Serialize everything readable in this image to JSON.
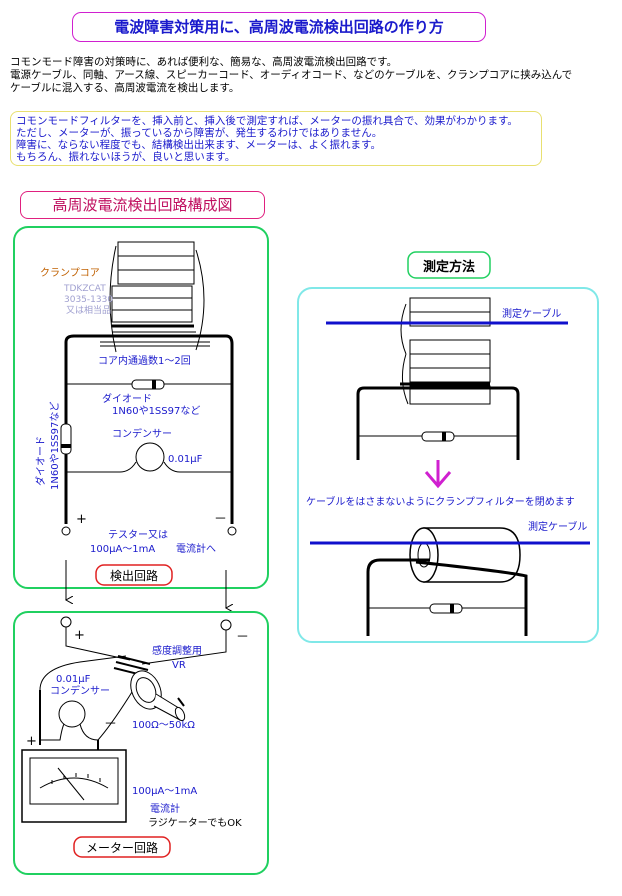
{
  "title": "電波障害対策用に、高周波電流検出回路の作り方",
  "intro": [
    "コモンモード障害の対策時に、あれば便利な、簡易な、高周波電流検出回路です。",
    "電源ケーブル、同軸、アース線、スピーカーコード、オーディオコード、などのケーブルを、クランプコアに挟み込んで",
    "ケーブルに混入する、高周波電流を検出します。"
  ],
  "note": [
    "コモンモードフィルターを、挿入前と、挿入後で測定すれば、メーターの振れ具合で、効果がわかります。",
    "ただし、メーターが、振っているから障害が、発生するわけではありません。",
    "障害に、ならない程度でも、結構検出出来ます、メーターは、よく振れます。",
    "もちろん、振れないほうが、良いと思います。"
  ],
  "section_title": "高周波電流検出回路構成図",
  "detect": {
    "clamp_core": "クランプコア",
    "core_model": [
      "TDKZCAT",
      "3035-1330",
      "又は相当品"
    ],
    "turns": "コア内通過数1～2回",
    "diode_h": "ダイオード",
    "diode_h_type": "1N60や1SS97など",
    "diode_v": "ダイオード",
    "diode_v_type": "1N60や1SS97など",
    "capacitor": "コンデンサー",
    "cap_value": "0.01μF",
    "plus": "+",
    "minus": "－",
    "tester": "テスター又は",
    "tester_range": "100μA～1mA",
    "to_meter": "電流計へ",
    "caption": "検出回路"
  },
  "meter": {
    "plus": "+",
    "minus": "－",
    "vr_title": "感度調整用",
    "vr": "VR",
    "cap_value": "0.01μF",
    "capacitor": "コンデンサー",
    "vr_range": "100Ω～50kΩ",
    "meter_plus": "+",
    "meter_minus": "－",
    "meter_range": "100μA～1mA",
    "ammeter": "電流計",
    "radicator": "ラジケーターでもOK",
    "caption": "メーター回路"
  },
  "measure": {
    "title": "測定方法",
    "cable_top": "測定ケーブル",
    "instruction": "ケーブルをはさまないようにクランプフィルターを閉めます",
    "cable_bottom": "測定ケーブル"
  },
  "colors": {
    "title_text": "#1a1acc",
    "title_border": "#d020d0",
    "label_blue": "#1a1acc",
    "frame_green": "#20d060",
    "frame_cyan": "#80e8e8",
    "caption_border": "#e02020",
    "cable_blue": "#1010cc",
    "arrow_magenta": "#d020d0",
    "clamp_orange": "#c06000",
    "core_model_gray": "#a0a0d0"
  }
}
